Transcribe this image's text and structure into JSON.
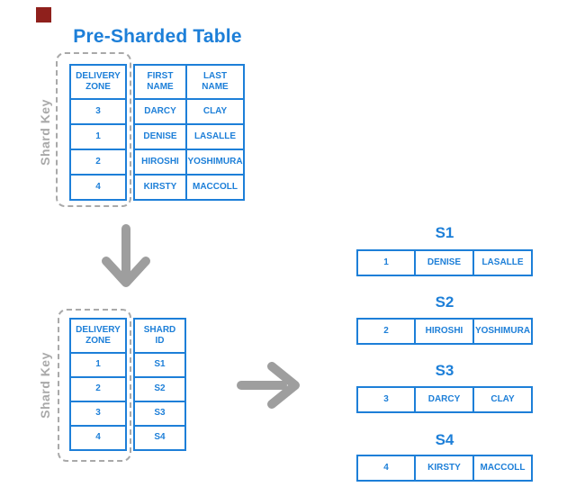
{
  "colors": {
    "blue": "#1d7fd8",
    "arrow_gray": "#9e9e9e",
    "label_gray": "#a9a9a9",
    "red_marker": "#8f201c"
  },
  "title": "Pre-Sharded Table",
  "shard_key_label": "Shard Key",
  "pre_table": {
    "headers": [
      "DELIVERY\nZONE",
      "FIRST\nNAME",
      "LAST\nNAME"
    ],
    "rows": [
      [
        "3",
        "DARCY",
        "CLAY"
      ],
      [
        "1",
        "DENISE",
        "LASALLE"
      ],
      [
        "2",
        "HIROSHI",
        "YOSHIMURA"
      ],
      [
        "4",
        "KIRSTY",
        "MACCOLL"
      ]
    ]
  },
  "map_table": {
    "headers": [
      "DELIVERY\nZONE",
      "SHARD\nID"
    ],
    "rows": [
      [
        "1",
        "S1"
      ],
      [
        "2",
        "S2"
      ],
      [
        "3",
        "S3"
      ],
      [
        "4",
        "S4"
      ]
    ]
  },
  "shards": [
    {
      "title": "S1",
      "row": [
        "1",
        "DENISE",
        "LASALLE"
      ]
    },
    {
      "title": "S2",
      "row": [
        "2",
        "HIROSHI",
        "YOSHIMURA"
      ]
    },
    {
      "title": "S3",
      "row": [
        "3",
        "DARCY",
        "CLAY"
      ]
    },
    {
      "title": "S4",
      "row": [
        "4",
        "KIRSTY",
        "MACCOLL"
      ]
    }
  ]
}
